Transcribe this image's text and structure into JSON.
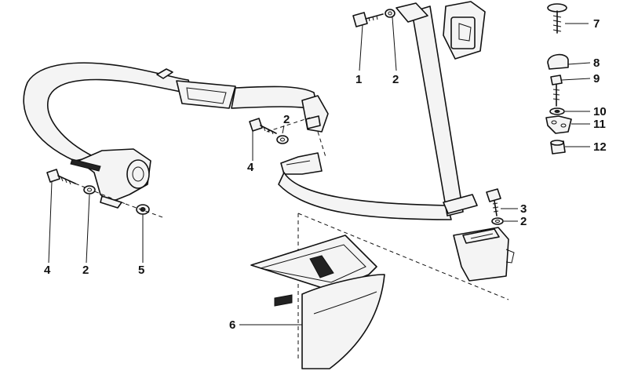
{
  "callouts": {
    "c1": "1",
    "c2a": "2",
    "c2b": "2",
    "c2c": "2",
    "c2d": "2",
    "c3": "3",
    "c4a": "4",
    "c4b": "4",
    "c5": "5",
    "c6": "6",
    "c7": "7",
    "c8": "8",
    "c9": "9",
    "c10": "10",
    "c11": "11",
    "c12": "12"
  },
  "colors": {
    "ink": "#111111",
    "paper": "#ffffff"
  }
}
